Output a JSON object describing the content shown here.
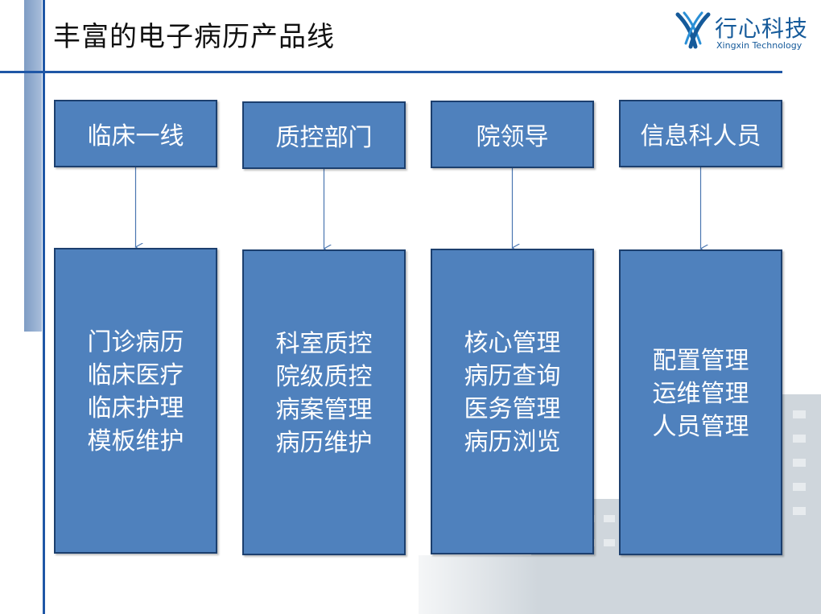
{
  "slide": {
    "title": "丰富的电子病历产品线"
  },
  "logo": {
    "name_cn": "行心科技",
    "name_en": "Xingxin Technology",
    "brand_color": "#155a9a"
  },
  "colors": {
    "box_fill": "#4f81bd",
    "box_border": "#1c3f6e",
    "rule": "#1f57a6",
    "arrow": "#4a76b0"
  },
  "columns": [
    {
      "role": "临床一线",
      "items": [
        "门诊病历",
        "临床医疗",
        "临床护理",
        "模板维护"
      ]
    },
    {
      "role": "质控部门",
      "items": [
        "科室质控",
        "院级质控",
        "病案管理",
        "病历维护"
      ]
    },
    {
      "role": "院领导",
      "items": [
        "核心管理",
        "病历查询",
        "医务管理",
        "病历浏览"
      ]
    },
    {
      "role": "信息科人员",
      "items": [
        "配置管理",
        "运维管理",
        "人员管理"
      ]
    }
  ]
}
